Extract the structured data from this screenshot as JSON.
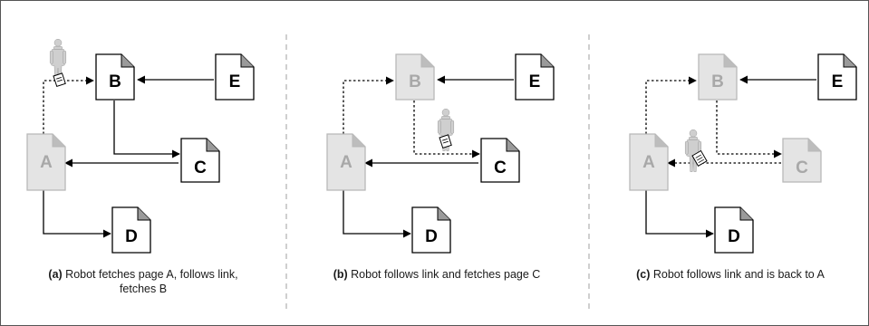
{
  "panels": [
    {
      "id": "a",
      "pages": {
        "A": "A",
        "B": "B",
        "C": "C",
        "D": "D",
        "E": "E"
      },
      "caption": {
        "tag": "(a)",
        "line1": " Robot fetches page A, follows link,",
        "line2": "fetches B"
      }
    },
    {
      "id": "b",
      "pages": {
        "A": "A",
        "B": "B",
        "C": "C",
        "D": "D",
        "E": "E"
      },
      "caption": {
        "tag": "(b)",
        "line1": " Robot follows link and fetches page C",
        "line2": ""
      }
    },
    {
      "id": "c",
      "pages": {
        "A": "A",
        "B": "B",
        "C": "C",
        "D": "D",
        "E": "E"
      },
      "caption": {
        "tag": "(c)",
        "line1": " Robot follows link and is back to A",
        "line2": ""
      }
    }
  ],
  "colors": {
    "active_page_fill": "#ffffff",
    "active_page_stroke": "#000000",
    "active_label": "#000000",
    "visited_page_fill": "#e4e4e4",
    "visited_page_stroke": "#b8b8b8",
    "visited_label": "#a8a8a8",
    "robot": "#cfcfcf",
    "divider": "#bbbbbb"
  }
}
